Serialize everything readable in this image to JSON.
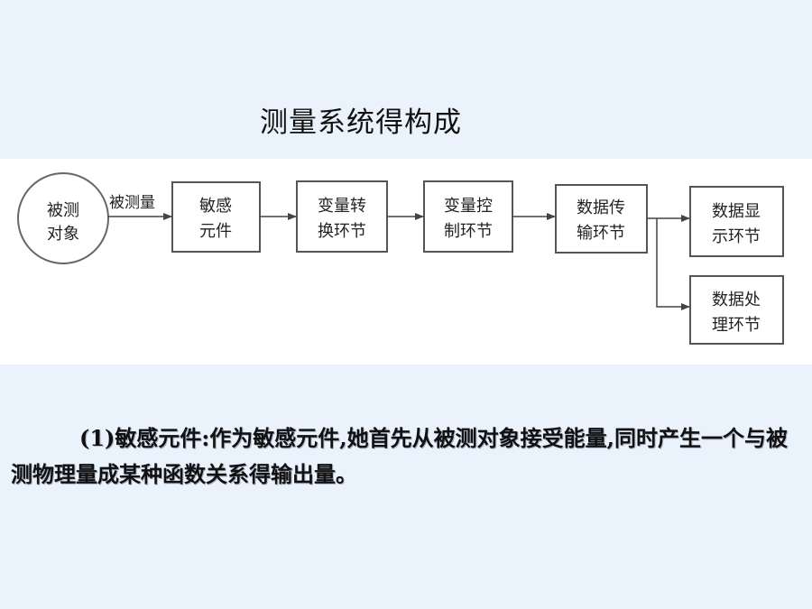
{
  "title": "测量系统得构成",
  "diagram": {
    "source": [
      "被测",
      "对象"
    ],
    "edge_label": "被测量",
    "sensor": [
      "敏感",
      "元件"
    ],
    "converter": [
      "变量转",
      "换环节"
    ],
    "controller": [
      "变量控",
      "制环节"
    ],
    "transmission": [
      "数据传",
      "输环节"
    ],
    "display": [
      "数据显",
      "示环节"
    ],
    "processing": [
      "数据处",
      "理环节"
    ]
  },
  "paragraph": "(1)敏感元件:作为敏感元件,她首先从被测对象接受能量,同时产生一个与被测物理量成某种函数关系得输出量。"
}
